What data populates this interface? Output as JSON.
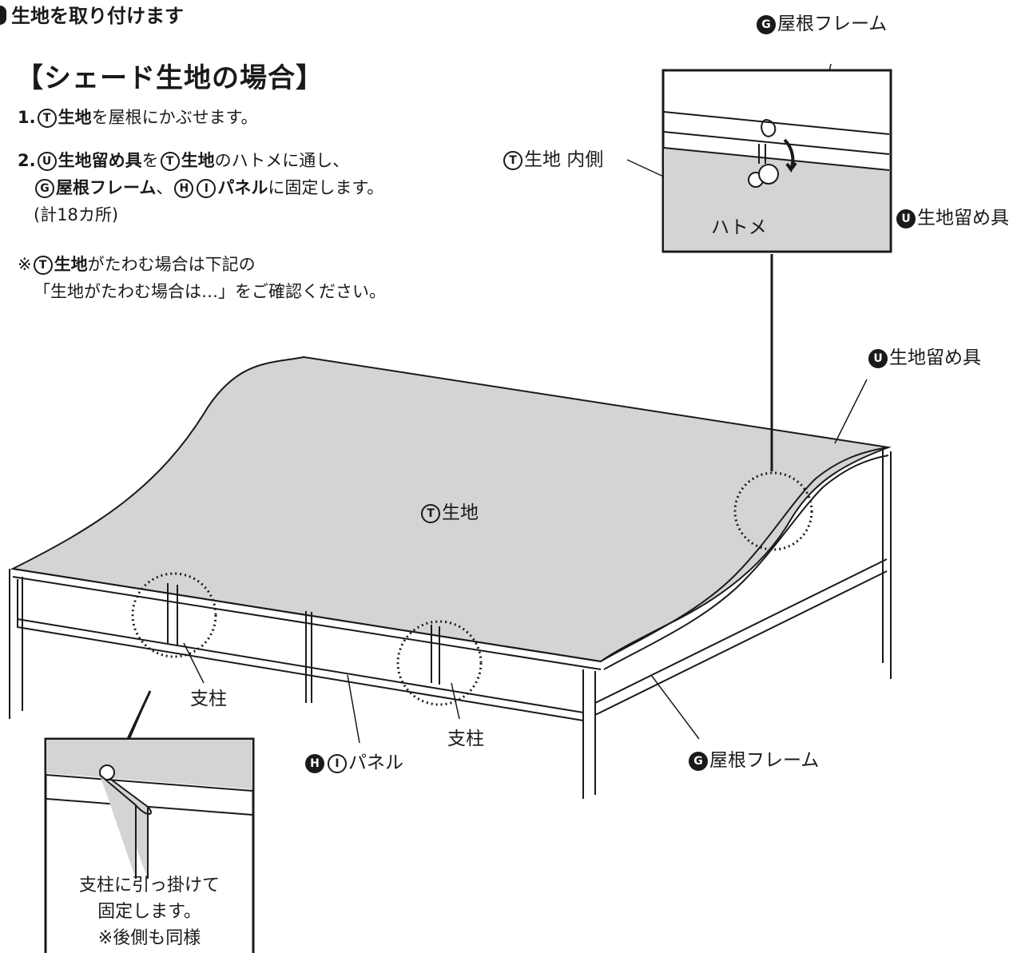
{
  "instructions": {
    "heading": "生地を取り付けます",
    "subheading": "【シェード生地の場合】",
    "step1": {
      "num": "1.",
      "mark": "T",
      "bold": "生地",
      "rest": "を屋根にかぶせます。"
    },
    "step2": {
      "num": "2.",
      "mark_u": "U",
      "bold_u": "生地留め具",
      "mid1": "を",
      "mark_t": "T",
      "bold_t": "生地",
      "mid2": "のハトメに通し、",
      "mark_g": "G",
      "bold_g": "屋根フレーム",
      "sep": "、",
      "mark_h": "H",
      "mark_i": "I",
      "bold_hi": "パネル",
      "rest": "に固定します。",
      "count": "(計18カ所)"
    },
    "note": {
      "prefix": "※",
      "mark": "T",
      "bold": "生地",
      "rest": "がたわむ場合は下記の",
      "line2": "「生地がたわむ場合は…」をご確認ください。"
    }
  },
  "labels": {
    "fabric_center": {
      "mark": "T",
      "text": "生地"
    },
    "fabric_inside": {
      "mark": "T",
      "text": "生地 内側"
    },
    "roof_frame_top": {
      "mark": "G",
      "text": "屋根フレーム"
    },
    "roof_frame_bottom": {
      "mark": "G",
      "text": "屋根フレーム"
    },
    "fastener_detail": {
      "mark": "U",
      "text": "生地留め具"
    },
    "fastener_main": {
      "mark": "U",
      "text": "生地留め具"
    },
    "grommet": "ハトメ",
    "post_left": "支柱",
    "post_right": "支柱",
    "panel": {
      "mark_h": "H",
      "mark_i": "I",
      "text": "パネル"
    }
  },
  "detail_note": [
    "支柱に引っ掛けて",
    "固定します。",
    "※後側も同様"
  ],
  "colors": {
    "fabric": "#d4d4d4",
    "line": "#1a1a1a"
  }
}
